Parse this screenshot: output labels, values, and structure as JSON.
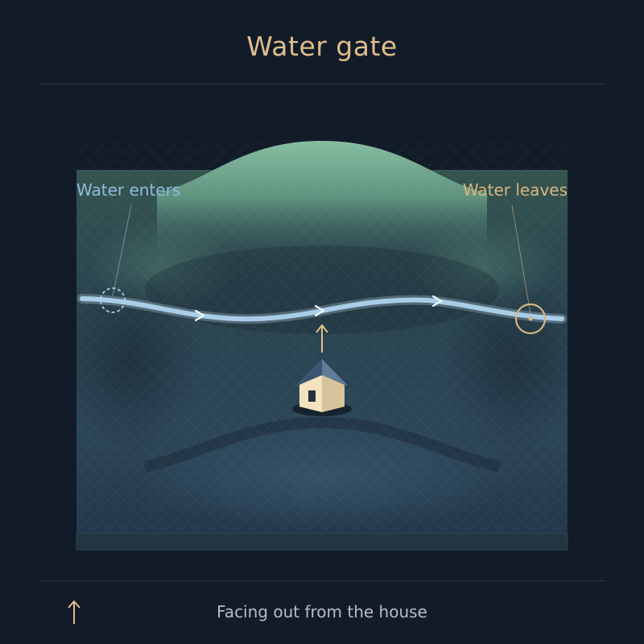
{
  "title": "Water gate",
  "labels": {
    "entry": "Water enters",
    "exit": "Water leaves"
  },
  "legend": {
    "text": "Facing out from the house",
    "icon": "up-arrow-icon"
  },
  "colors": {
    "background": "#121b28",
    "title": "#dfbe8c",
    "water": "#a9cde8",
    "entry_label": "#8fbcdc",
    "exit_label": "#d9b57e",
    "hill_top": "#7fb59a",
    "terrain": "#2b4452",
    "house_roof": "#3f5a74",
    "house_wall": "#f0dfb8"
  },
  "icons": {
    "house": "house-icon",
    "flow_arrow": "chevron-right-icon",
    "entry_marker": "dashed-circle-icon",
    "exit_marker": "circle-icon"
  }
}
